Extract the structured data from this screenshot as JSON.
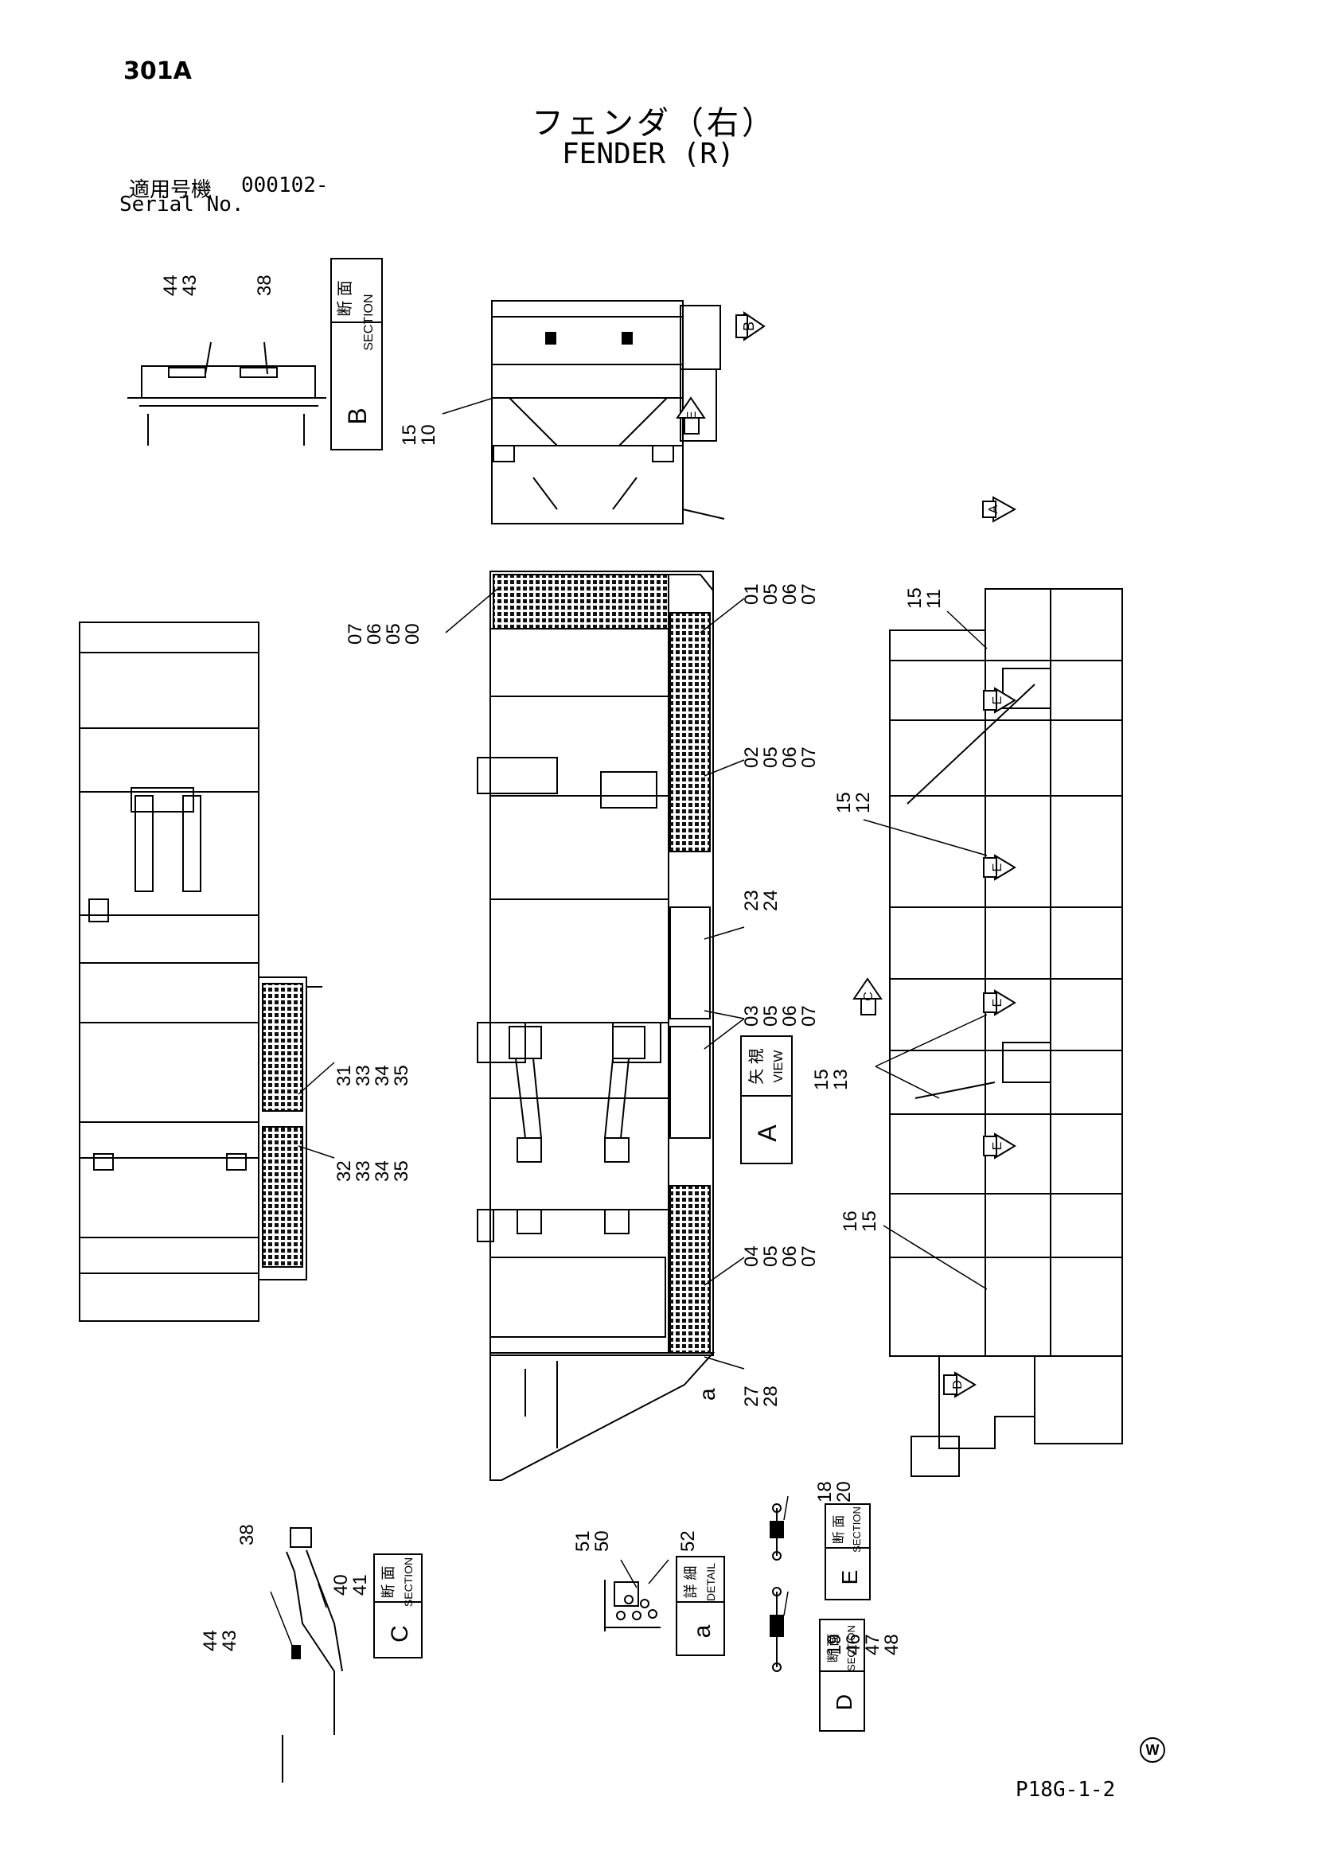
{
  "header": {
    "page_code": "301A",
    "title_jp": "フェンダ（右）",
    "title_en": "FENDER (R)",
    "serial_label_jp": "適用号機",
    "serial_value": "000102-",
    "serial_label_en": "Serial No."
  },
  "footer": {
    "reference": "P18G-1-2",
    "mark": "W"
  },
  "section_boxes": [
    {
      "id": "b",
      "jp": "断 面",
      "en": "SECTION",
      "letter": "B"
    },
    {
      "id": "a",
      "jp": "矢 視",
      "en": "VIEW",
      "letter": "A"
    },
    {
      "id": "c",
      "jp": "断 面",
      "en": "SECTION",
      "letter": "C"
    },
    {
      "id": "d",
      "jp": "詳 細",
      "en": "DETAIL",
      "letter": "a"
    },
    {
      "id": "e",
      "jp": "断 面",
      "en": "SECTION",
      "letter": "E"
    },
    {
      "id": "f",
      "jp": "断 面",
      "en": "SECTION",
      "letter": "D"
    }
  ],
  "view_arrows": {
    "b": "B",
    "e1": "E",
    "a": "A",
    "e2": "E",
    "e3": "E",
    "e4": "E",
    "e5": "E",
    "c": "C",
    "d": "D"
  },
  "callouts": {
    "g1": [
      "44",
      "43"
    ],
    "g2": [
      "38"
    ],
    "g3": [
      "15",
      "10"
    ],
    "g4": [
      "07",
      "06",
      "05",
      "00"
    ],
    "g5": [
      "01",
      "05",
      "06",
      "07"
    ],
    "g6": [
      "02",
      "05",
      "06",
      "07"
    ],
    "g7": [
      "23",
      "24"
    ],
    "g8": [
      "03",
      "05",
      "06",
      "07"
    ],
    "g9": [
      "04",
      "05",
      "06",
      "07"
    ],
    "g10": [
      "16",
      "15"
    ],
    "g11": [
      "27",
      "28"
    ],
    "g12": [
      "31",
      "33",
      "34",
      "35"
    ],
    "g13": [
      "32",
      "33",
      "34",
      "35"
    ],
    "g14": [
      "15",
      "11"
    ],
    "g15": [
      "15",
      "12"
    ],
    "g16": [
      "15",
      "13"
    ],
    "g17": [
      "38"
    ],
    "g18": [
      "40",
      "41"
    ],
    "g19": [
      "44",
      "43"
    ],
    "g20": [
      "51",
      "50"
    ],
    "g21": [
      "52"
    ],
    "g22": [
      "18",
      "20"
    ],
    "g23": [
      "19",
      "46",
      "47",
      "48"
    ]
  },
  "detail_marker": "a"
}
